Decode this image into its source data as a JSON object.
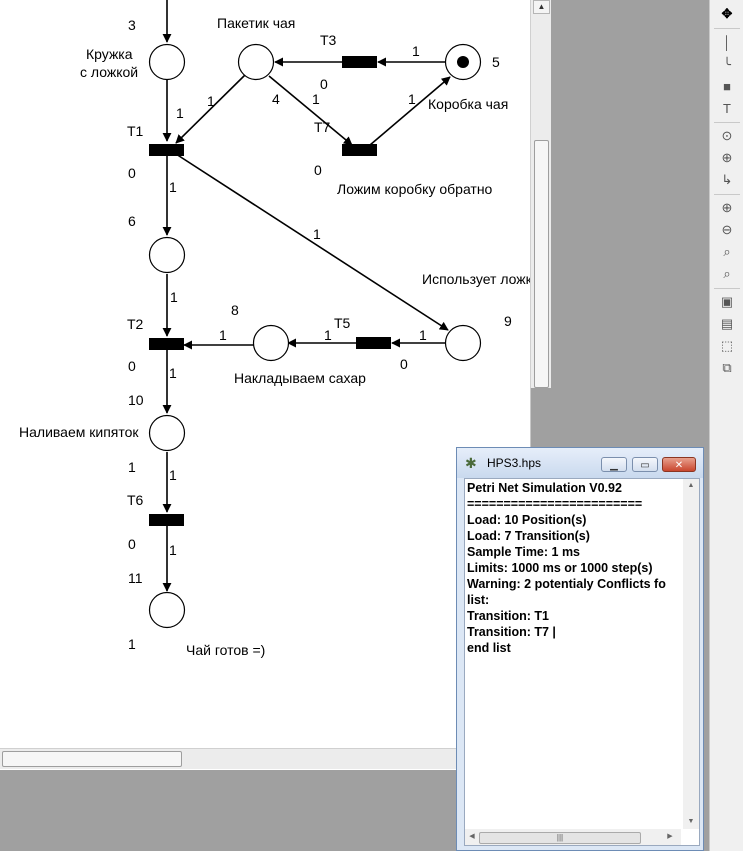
{
  "net": {
    "labels": {
      "tok3": "3",
      "place_cup": "Кружка\nс ложкой",
      "place_teabag": "Пакетик чая",
      "t3": "T3",
      "t3_w_in": "1",
      "place5_num": "5",
      "t3_count": "0",
      "w_teabag_t1": "1",
      "w_cup_t1": "1",
      "w_teabag_t7_a": "4",
      "w_teabag_t7_b": "1",
      "w_t7_box": "1",
      "place_box": "Коробка чая",
      "t7": "T7",
      "t1": "T1",
      "t7_count": "0",
      "t7_action": "Ложим коробку обратно",
      "t1_count": "0",
      "w_t1_p6": "1",
      "p6_num": "6",
      "w_t1_p9": "1",
      "place_use_spoon": "Использует ложк",
      "w_p6_t2": "1",
      "p8_num": "8",
      "t5": "T5",
      "p9_num": "9",
      "t2": "T2",
      "w_p8_t2": "1",
      "w_t5_p8": "1",
      "w_p9_t5": "1",
      "t2_count": "0",
      "t5_count": "0",
      "w_t2_p10": "1",
      "t5_action": "Накладываем сахар",
      "p10_num": "10",
      "place_boil": "Наливаем кипяток",
      "p10_tokens": "1",
      "w_p10_t6": "1",
      "t6": "T6",
      "t6_count": "0",
      "w_t6_p11": "1",
      "p11_num": "11",
      "p11_tokens": "1",
      "place_ready": "Чай готов =)"
    }
  },
  "console": {
    "title": "HPS3.hps",
    "icon": "petri-net-app-icon",
    "lines": [
      "Petri Net Simulation V0.92",
      "========================",
      "Load: 10 Position(s)",
      "Load: 7 Transition(s)",
      "Sample Time: 1 ms",
      "Limits: 1000 ms or 1000 step(s)",
      "Warning: 2 potentialy Conflicts fo",
      "list:",
      "Transition: T1",
      "Transition: T7 |",
      "end list"
    ],
    "minimize": "minimize-icon",
    "maximize": "maximize-icon",
    "close": "close-icon"
  },
  "toolbar": {
    "tools": [
      "move-icon",
      "line-icon",
      "bend-arc-icon",
      "transition-icon",
      "text-tool-icon",
      "place-icon",
      "split-icon",
      "bend-icon",
      "zoom-in-icon",
      "zoom-out-icon",
      "zoom-fit-icon",
      "zoom-reset-icon",
      "copy-icon",
      "paste-icon",
      "select-frame-icon",
      "group-icon"
    ]
  },
  "colors": {
    "canvas": "#ffffff",
    "workspace": "#a0a0a0",
    "console_frame": "#dce7f5",
    "close_button": "#c9462e"
  }
}
